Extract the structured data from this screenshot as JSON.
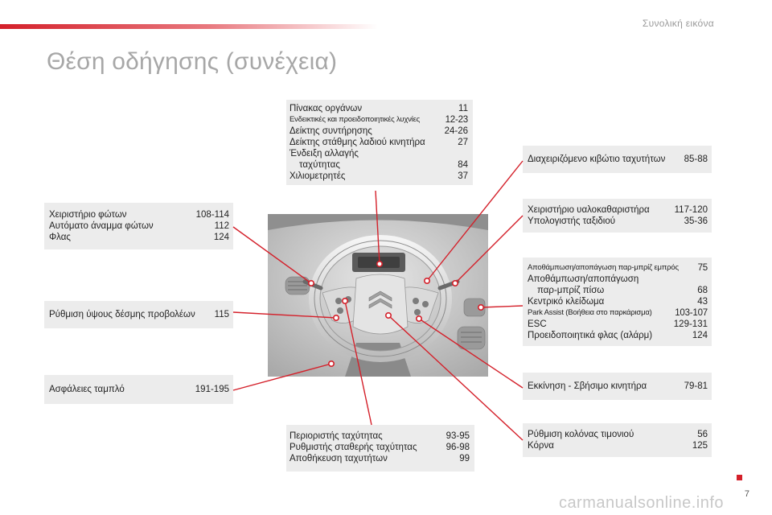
{
  "header": {
    "section_title": "Συνολική εικόνα",
    "page_title": "Θέση οδήγησης (συνέχεια)"
  },
  "boxes": {
    "top_center": [
      {
        "label": "Πίνακας οργάνων",
        "page": "11"
      },
      {
        "label": "Ενδεικτικές και προειδοποιητικές λυχνίες",
        "page": "12-23"
      },
      {
        "label": "Δείκτης συντήρησης",
        "page": "24-26"
      },
      {
        "label": "Δείκτης στάθμης λαδιού κινητήρα",
        "page": "27"
      },
      {
        "label": "Ένδειξη αλλαγής",
        "page": ""
      },
      {
        "label": "ταχύτητας",
        "page": "84"
      },
      {
        "label": "Χιλιομετρητές",
        "page": "37"
      }
    ],
    "left_lights": [
      {
        "label": "Χειριστήριο φώτων",
        "page": "108-114"
      },
      {
        "label": "Αυτόματο άναμμα φώτων",
        "page": "112"
      },
      {
        "label": "Φλας",
        "page": "124"
      }
    ],
    "left_headlamp": [
      {
        "label": "Ρύθμιση ύψους δέσμης προβολέων",
        "page": "115"
      }
    ],
    "left_airbags": [
      {
        "label": "Ασφάλειες ταμπλό",
        "page": "191-195"
      }
    ],
    "right_gearbox": [
      {
        "label": "Διαχειριζόμενο κιβώτιο ταχυτήτων",
        "page": "85-88"
      }
    ],
    "right_wipers": [
      {
        "label": "Χειριστήριο υαλοκαθαριστήρα",
        "page": "117-120"
      },
      {
        "label": "Υπολογιστής ταξιδιού",
        "page": "35-36"
      }
    ],
    "right_misc": [
      {
        "label": "Αποθάμπωση/αποπάγωση παρ-μπρίζ εμπρός",
        "page": "75"
      },
      {
        "label": "Αποθάμπωση/αποπάγωση",
        "page": ""
      },
      {
        "label": "παρ-μπρίζ πίσω",
        "page": "68"
      },
      {
        "label": "Κεντρικό κλείδωμα",
        "page": "43"
      },
      {
        "label": "Park Assist (Βοήθεια στο παρκάρισμα)",
        "page": "103-107"
      },
      {
        "label": "ESC",
        "page": "129-131"
      },
      {
        "label": "Προειδοποιητικά φλας (αλάρμ)",
        "page": "124"
      }
    ],
    "right_engine": [
      {
        "label": "Εκκίνηση - Σβήσιμο κινητήρα",
        "page": "79-81"
      }
    ],
    "right_column": [
      {
        "label": "Ρύθμιση κολόνας τιμονιού",
        "page": "56"
      },
      {
        "label": "Κόρνα",
        "page": "125"
      }
    ],
    "bottom_center": [
      {
        "label": "Περιοριστής ταχύτητας",
        "page": "93-95"
      },
      {
        "label": "Ρυθμιστής σταθερής ταχύτητας",
        "page": "96-98"
      },
      {
        "label": "Αποθήκευση ταχυτήτων",
        "page": "99"
      }
    ]
  },
  "footer": {
    "page_number": "7",
    "watermark": "carmanualsonline.info"
  },
  "colors": {
    "accent_red": "#d4202a",
    "box_bg": "#ececec",
    "title_gray": "#a7a7a7"
  }
}
